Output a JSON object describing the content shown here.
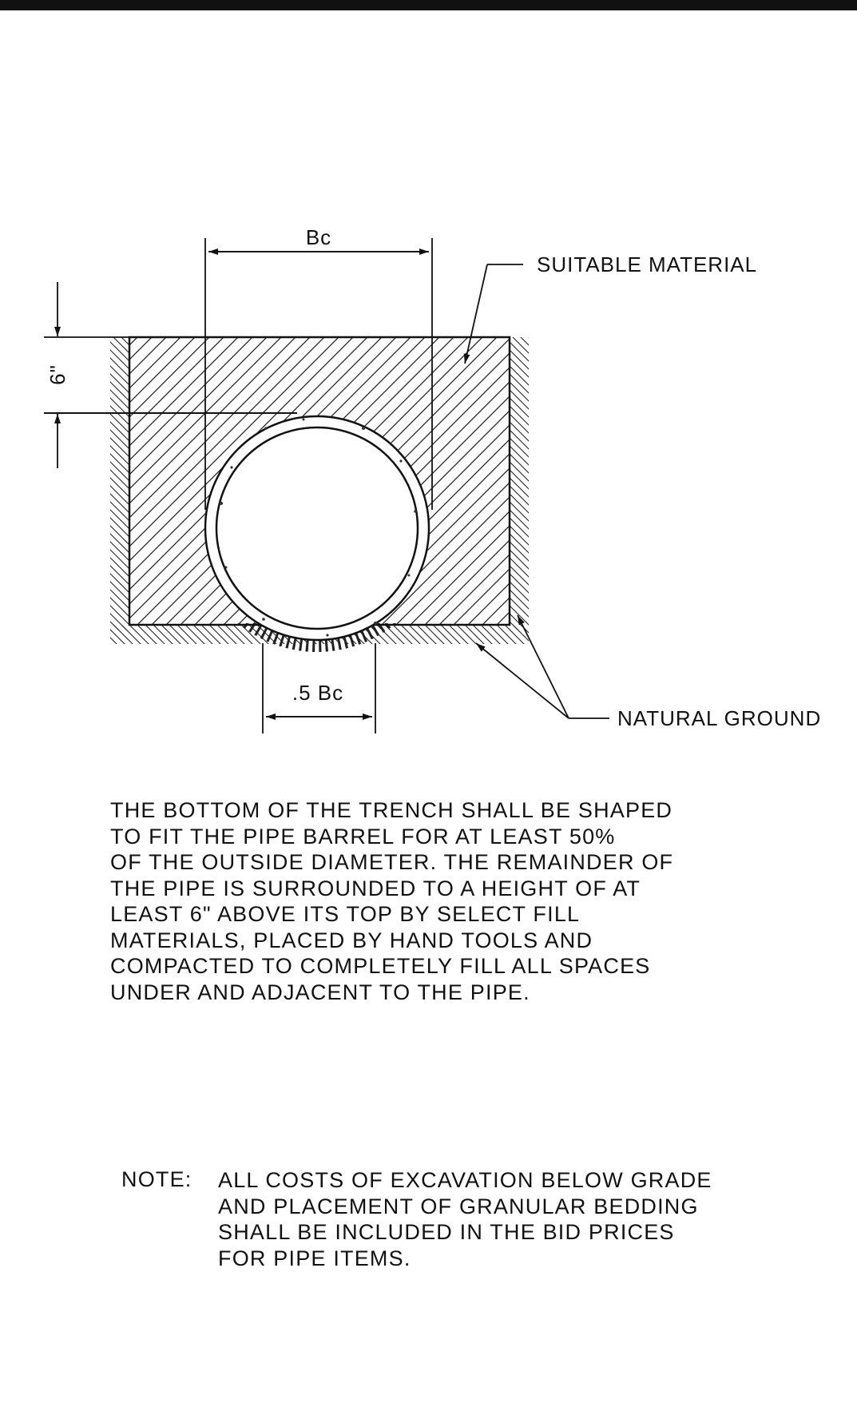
{
  "dimensions": {
    "bc_label": "Bc",
    "half_bc_label": ".5 Bc",
    "cover_label": "6\""
  },
  "callouts": {
    "suitable_material": "SUITABLE MATERIAL",
    "natural_ground": "NATURAL GROUND"
  },
  "notes_main": [
    "THE BOTTOM OF THE TRENCH SHALL BE SHAPED",
    "TO FIT THE PIPE BARREL FOR AT LEAST 50%",
    "OF THE OUTSIDE DIAMETER.  THE REMAINDER OF",
    "THE PIPE IS SURROUNDED TO A HEIGHT OF AT",
    "LEAST 6\" ABOVE ITS TOP BY SELECT FILL",
    "MATERIALS, PLACED BY HAND TOOLS AND",
    "COMPACTED TO COMPLETELY FILL ALL SPACES",
    "UNDER AND ADJACENT TO THE PIPE."
  ],
  "note_label": "NOTE:",
  "notes_cost": [
    "ALL COSTS OF EXCAVATION BELOW GRADE",
    "AND PLACEMENT OF GRANULAR BEDDING",
    "SHALL BE INCLUDED IN THE BID PRICES",
    "FOR PIPE ITEMS."
  ]
}
